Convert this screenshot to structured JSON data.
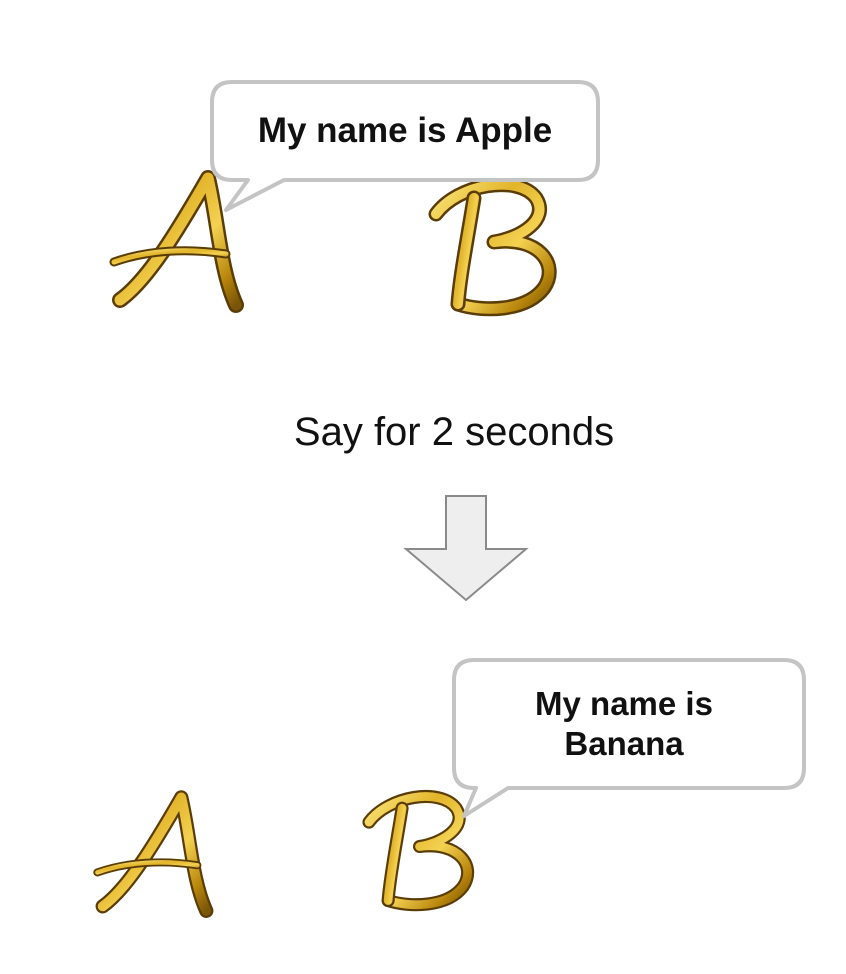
{
  "scene_top": {
    "sprite_a_letter": "A",
    "sprite_b_letter": "B",
    "speech_bubble_text": "My name is Apple"
  },
  "transition": {
    "caption": "Say for 2 seconds",
    "arrow_icon": "down-arrow-icon"
  },
  "scene_bottom": {
    "sprite_a_letter": "A",
    "sprite_b_letter": "B",
    "speech_bubble_text": "My name is Banana"
  },
  "colors": {
    "gold_light": "#f6d65a",
    "gold_mid": "#d9a81e",
    "gold_dark": "#6b4a08",
    "bubble_border": "#c4c4c4",
    "arrow_fill": "#eeeeee",
    "arrow_stroke": "#8a8a8a"
  }
}
